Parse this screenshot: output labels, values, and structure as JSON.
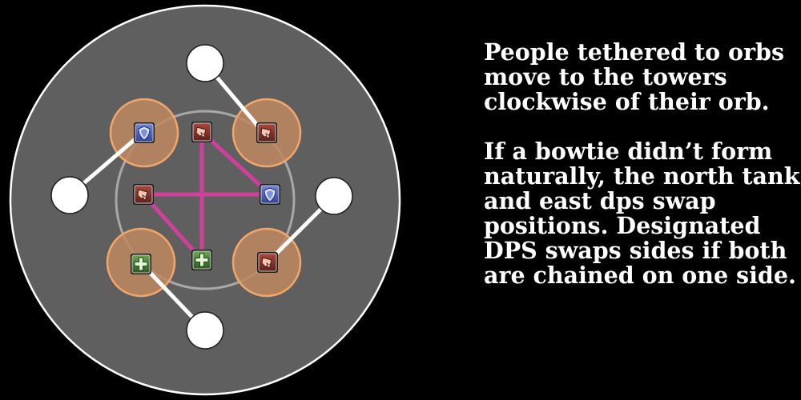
{
  "colors": {
    "background": "#000000",
    "arena": "#5f5f5f",
    "arena_border": "#ffffff",
    "inner_ring": "#a8a8a8",
    "tower_fill": "#c08860",
    "tower_border": "#f2a76a",
    "orb": "#ffffff",
    "tether": "#ffffff",
    "chain": "#d0409a",
    "text": "#ffffff",
    "tank": "#4a5dc0",
    "healer": "#4f8a3a",
    "dps": "#8a3a32"
  },
  "elements": {
    "towers": [
      {
        "id": "tower-nw",
        "role": "tank"
      },
      {
        "id": "tower-ne",
        "role": "dps"
      },
      {
        "id": "tower-sw",
        "role": "healer"
      },
      {
        "id": "tower-se",
        "role": "dps"
      }
    ],
    "orbs": [
      "orb-north",
      "orb-west",
      "orb-east",
      "orb-south"
    ],
    "center_markers": [
      {
        "id": "center-north",
        "role": "dps"
      },
      {
        "id": "center-west",
        "role": "dps"
      },
      {
        "id": "center-east",
        "role": "tank"
      },
      {
        "id": "center-south",
        "role": "healer"
      }
    ],
    "chains": [
      "north-to-east",
      "north-to-south",
      "west-to-east",
      "west-to-south"
    ]
  },
  "text": {
    "paragraph1": [
      "People tethered to orbs",
      "move to the towers",
      "clockwise of their orb."
    ],
    "paragraph2": [
      "If a bowtie didn’t form",
      "naturally, the north tank",
      "and east dps swap",
      "positions. Designated",
      "DPS swaps sides if both",
      "are chained on one side."
    ]
  }
}
